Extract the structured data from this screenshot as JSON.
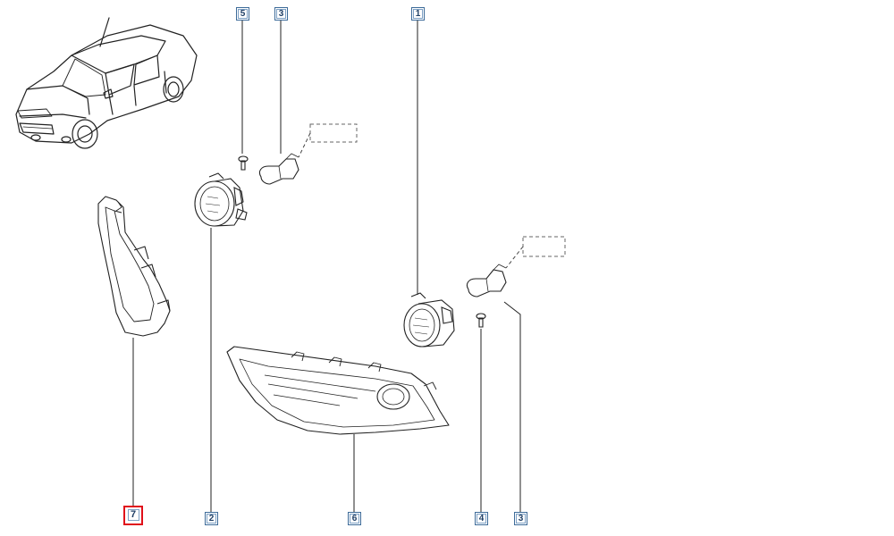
{
  "diagram": {
    "callouts": [
      {
        "id": "c5",
        "label": "5"
      },
      {
        "id": "c3a",
        "label": "3"
      },
      {
        "id": "c1",
        "label": "1"
      },
      {
        "id": "c7",
        "label": "7"
      },
      {
        "id": "c2",
        "label": "2"
      },
      {
        "id": "c6",
        "label": "6"
      },
      {
        "id": "c4",
        "label": "4"
      },
      {
        "id": "c3b",
        "label": "3"
      }
    ],
    "selected_callout": "7",
    "colors": {
      "line": "#222222",
      "callout_border": "#3d6b99",
      "selected_border": "#e0101a"
    }
  }
}
